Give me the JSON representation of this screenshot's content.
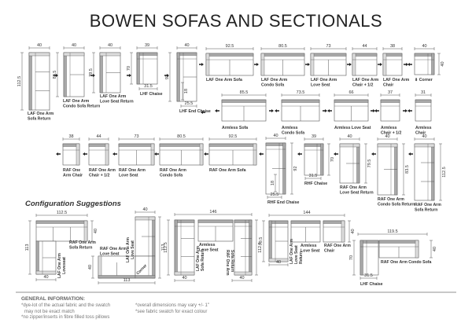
{
  "title": "BOWEN SOFAS AND SECTIONALS",
  "pieces": [
    {
      "label": [
        "LAF One Arm",
        "Sofa Return"
      ],
      "dims": [
        "40",
        "112.5"
      ]
    },
    {
      "label": [
        "LAF One Arm",
        "Condo Sofa Return"
      ],
      "dims": [
        "40",
        "83.5"
      ]
    },
    {
      "label": [
        "LAF One Arm",
        "Love Seat Return"
      ],
      "dims": [
        "40",
        "79.5"
      ]
    },
    {
      "label": [
        "LHF Chaise"
      ],
      "dims": [
        "39",
        "70",
        "31.5"
      ]
    },
    {
      "label": [
        "LHF End Chaise"
      ],
      "dims": [
        "40",
        "92",
        "25.5",
        "18"
      ]
    },
    {
      "label": [
        "LAF One Arm Sofa"
      ],
      "dims": [
        "92.5"
      ]
    },
    {
      "label": [
        "LAF One Arm",
        "Condo Sofa"
      ],
      "dims": [
        "80.5"
      ]
    },
    {
      "label": [
        "LAF One Arm",
        "Love Seat"
      ],
      "dims": [
        "73"
      ]
    },
    {
      "label": [
        "LAF One Arm",
        "Chair + 1/2"
      ],
      "dims": [
        "44"
      ]
    },
    {
      "label": [
        "LAF One Arm",
        "Chair"
      ],
      "dims": [
        "38"
      ]
    },
    {
      "label": [
        "⬇ Corner"
      ],
      "dims": [
        "40",
        "40"
      ]
    },
    {
      "label": [
        "Armless Sofa"
      ],
      "dims": [
        "85.5"
      ]
    },
    {
      "label": [
        "Armless",
        "Condo Sofa"
      ],
      "dims": [
        "73.5"
      ]
    },
    {
      "label": [
        "Armless Love Seat"
      ],
      "dims": [
        "66"
      ]
    },
    {
      "label": [
        "Armless",
        "Chair + 1/2"
      ],
      "dims": [
        "37"
      ]
    },
    {
      "label": [
        "Armless",
        "Chair"
      ],
      "dims": [
        "31"
      ]
    },
    {
      "label": [
        "RAF One",
        "Arm Chair"
      ],
      "dims": [
        "38"
      ]
    },
    {
      "label": [
        "RAF One Arm",
        "Chair + 1/2"
      ],
      "dims": [
        "44"
      ]
    },
    {
      "label": [
        "RAF One Arm",
        "Love Seat"
      ],
      "dims": [
        "73"
      ]
    },
    {
      "label": [
        "RAF One Arm",
        "Condo Sofa"
      ],
      "dims": [
        "80.5"
      ]
    },
    {
      "label": [
        "RAF One Arm Sofa"
      ],
      "dims": [
        "92.5"
      ]
    },
    {
      "label": [
        "RHF End Chaise"
      ],
      "dims": [
        "40",
        "92",
        "25.5",
        "18"
      ]
    },
    {
      "label": [
        "RHF Chaise"
      ],
      "dims": [
        "39",
        "70",
        "31.5"
      ]
    },
    {
      "label": [
        "RAF One Arm",
        "Love Seat Return"
      ],
      "dims": [
        "40",
        "79.5"
      ]
    },
    {
      "label": [
        "RAF One Arm",
        "Condo Sofa Return"
      ],
      "dims": [
        "40",
        "83.5"
      ]
    },
    {
      "label": [
        "RAF One Arm",
        "Sofa Return"
      ],
      "dims": [
        "40",
        "112.5"
      ]
    }
  ],
  "config_title": "Configuration Suggestions",
  "configs": [
    {
      "labels": [
        [
          "RAF One Arm",
          "Sofa Return"
        ],
        [
          "LAF One Arm",
          "Loveseat"
        ]
      ],
      "dims": [
        "112.5",
        "113",
        "40",
        "40"
      ]
    },
    {
      "labels": [
        [
          "LAF One Arm",
          "Love Seat"
        ],
        [
          "RAF One Arm",
          "Love Seat"
        ],
        [
          "Corner"
        ]
      ],
      "dims": [
        "40",
        "113",
        "40",
        "113"
      ]
    },
    {
      "labels": [
        [
          "Armless",
          "Love Seat"
        ],
        [
          "LAF One Arm",
          "Sofa Return"
        ],
        [
          "RAF One Arm",
          "Sofa Return"
        ]
      ],
      "dims": [
        "146",
        "112.5",
        "112.5",
        "40",
        "40"
      ]
    },
    {
      "labels": [
        [
          "Armless",
          "Love Seat"
        ],
        [
          "RAF One Arm",
          "Chair"
        ],
        [
          "LAF One Arm",
          "Love Seat",
          "Return"
        ]
      ],
      "dims": [
        "144",
        "79.5",
        "40",
        "40"
      ]
    },
    {
      "labels": [
        [
          "LHF Chaise"
        ],
        [
          "RAF One Arm Condo Sofa"
        ]
      ],
      "dims": [
        "119.5",
        "70",
        "40",
        "31.5"
      ]
    }
  ],
  "general_info": {
    "heading": "GENERAL INFORMATION:",
    "left": [
      "*dye-lot of the actual fabric and the swatch",
      "  may not be exact match",
      "*no zipper/inserts in fibre filled toss pillows"
    ],
    "right": [
      "*overall dimensions may vary +/- 1\"",
      "*see fabric swatch for exact colour"
    ]
  },
  "colors": {
    "outline": "#555555",
    "back": "#a9a9a9",
    "arm": "#dcdcdc",
    "rule": "#c8c8c8"
  }
}
